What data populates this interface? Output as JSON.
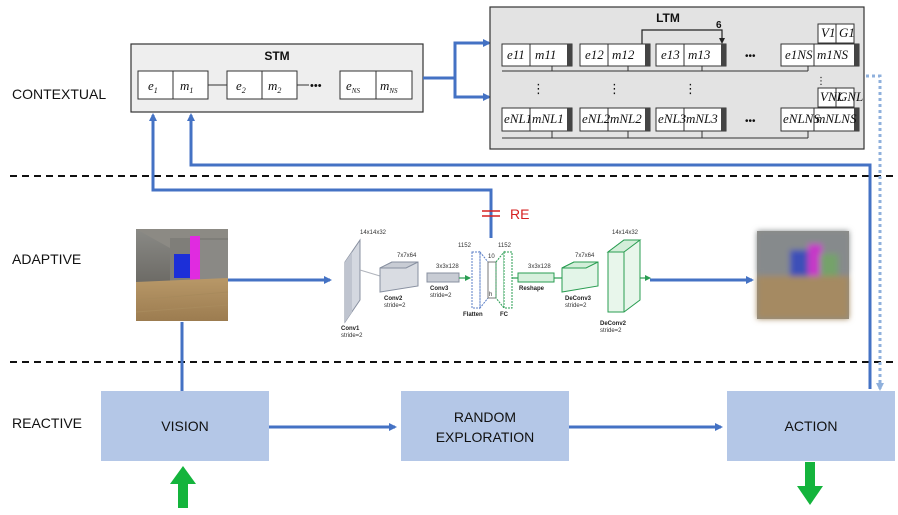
{
  "layers": {
    "contextual": "CONTEXTUAL",
    "adaptive": "ADAPTIVE",
    "reactive": "REACTIVE"
  },
  "reactive_boxes": {
    "vision": "VISION",
    "random_line1": "RANDOM",
    "random_line2": "EXPLORATION",
    "action": "ACTION"
  },
  "stm": {
    "title": "STM",
    "e1": "e",
    "e1_sub": "1",
    "m1": "m",
    "m1_sub": "1",
    "e2": "e",
    "e2_sub": "2",
    "m2": "m",
    "m2_sub": "2",
    "dots": "•••",
    "eN": "e",
    "eN_sub": "NS",
    "mN": "m",
    "mN_sub": "NS"
  },
  "ltm": {
    "title": "LTM",
    "marker": "6",
    "ellipsis": "•••",
    "vdots": "⋮",
    "row1": {
      "e11": "e11",
      "m11": "m11",
      "e12": "e12",
      "m12": "m12",
      "e13": "e13",
      "m13": "m13",
      "e1N": "e1NS",
      "m1N": "m1NS",
      "v": "V1",
      "g": "G1"
    },
    "row2": {
      "e1": "eNL1",
      "m1": "mNL1",
      "e2": "eNL2",
      "m2": "mNL2",
      "e3": "eNL3",
      "m3": "mNL3",
      "eN": "eNLNS",
      "mN": "mNLNS",
      "v": "VNL",
      "g": "GNL"
    }
  },
  "autoencoder": {
    "re_label": "RE",
    "conv1": "Conv1",
    "conv1_stride": "stride=2",
    "conv1_size": "14x14x32",
    "conv2": "Conv2",
    "conv2_stride": "stride=2",
    "conv2_size": "7x7x64",
    "conv3": "Conv3",
    "conv3_stride": "stride=2",
    "conv3_size": "3x3x128",
    "flatten": "Flatten",
    "flatten_size": "1152",
    "fc": "FC",
    "fc_size": "1152",
    "h_label": "h",
    "h_size": "10",
    "reshape": "Reshape",
    "reshape_size": "3x3x128",
    "deconv3": "DeConv3",
    "deconv3_stride": "stride=2",
    "deconv3_size": "7x7x64",
    "deconv2": "DeConv2",
    "deconv2_stride": "stride=2",
    "deconv2_size": "14x14x32"
  },
  "colors": {
    "arrow_blue": "#4472c4",
    "box_fill": "#b4c7e7",
    "dashed_blue": "#8fb0dc",
    "green": "#14b43c",
    "red": "#d62020"
  }
}
